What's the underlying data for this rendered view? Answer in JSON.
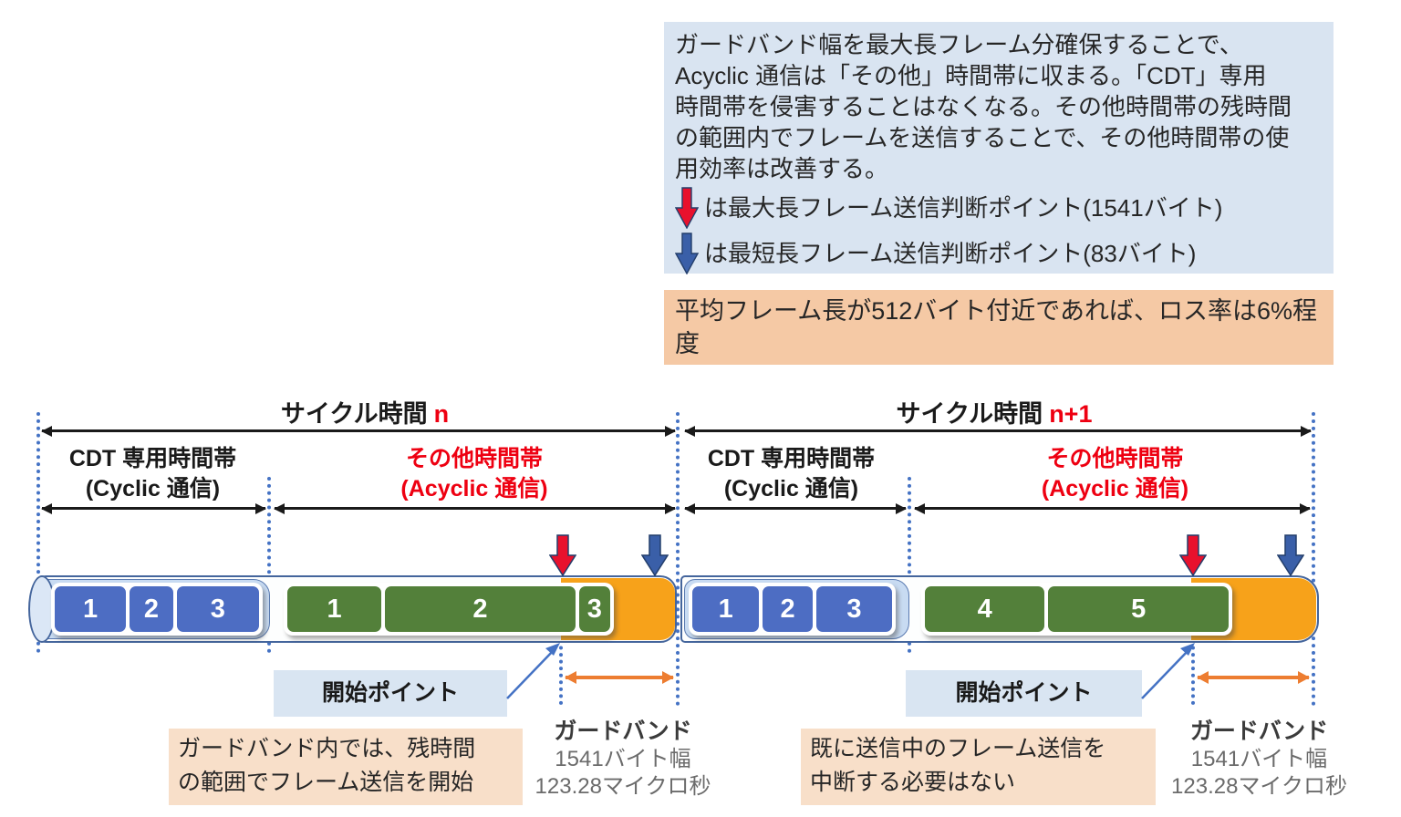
{
  "info_box": {
    "paragraph": "ガードバンド幅を最大長フレーム分確保することで、\nAcyclic 通信は「その他」時間帯に収まる。「CDT」専用\n時間帯を侵害することはなくなる。その他時間帯の残時間\nの範囲内でフレームを送信することで、その他時間帯の使\n用効率は改善する。",
    "max_frame_note": "は最大長フレーム送信判断ポイント(1541バイト)",
    "min_frame_note": "は最短長フレーム送信判断ポイント(83バイト)"
  },
  "loss_note": "平均フレーム長が512バイト付近であれば、ロス率は6%程\n度",
  "cycles": {
    "n": {
      "title_label": "サイクル時間",
      "title_var": "n",
      "cdt_frames": [
        "1",
        "2",
        "3"
      ],
      "other_frames": [
        "1",
        "2",
        "3"
      ]
    },
    "n1": {
      "title_label": "サイクル時間",
      "title_var": "n+1",
      "cdt_frames": [
        "1",
        "2",
        "3"
      ],
      "other_frames": [
        "4",
        "5"
      ]
    }
  },
  "section_labels": {
    "cdt_line1": "CDT 専用時間帯",
    "cdt_line2": "(Cyclic 通信)",
    "other_line1": "その他時間帯",
    "other_line2": "(Acyclic 通信)"
  },
  "start_point_label": "開始ポイント",
  "guard_band": {
    "title": "ガードバンド",
    "width_bytes": "1541バイト幅",
    "width_time": "123.28マイクロ秒"
  },
  "notes": {
    "guard_start": "ガードバンド内では、残時間\nの範囲でフレーム送信を開始",
    "no_interrupt": "既に送信中のフレーム送信を\n中断する必要はない"
  },
  "colors": {
    "info_bg": "#d9e4f1",
    "note_bg": "#f5c9a5",
    "bottom_note_bg": "#f8dfc9",
    "frame_blue": "#4d6dc3",
    "frame_green": "#53803a",
    "guard_orange": "#f7a21a",
    "pipe_blue": "#c8dbf2",
    "pipe_border": "#44659c",
    "arrow_red": "#e8112d",
    "arrow_blue": "#3a5fa8",
    "dotted_blue": "#4472c4",
    "measure_orange": "#ed7d31",
    "label_red": "#ee0011"
  }
}
